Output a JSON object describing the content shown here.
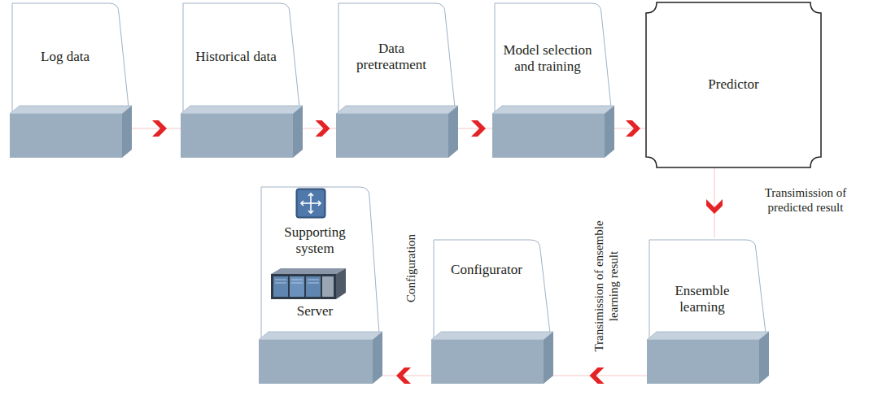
{
  "diagram": {
    "nodes": [
      {
        "text": [
          "Log data"
        ]
      },
      {
        "text": [
          "Historical data"
        ]
      },
      {
        "text": [
          "Data pretreatment"
        ]
      },
      {
        "text": [
          "Model selection and training"
        ]
      },
      {
        "text": [
          "Predictor"
        ]
      },
      {
        "text": [
          "Ensemble learning"
        ]
      },
      {
        "text": [
          "Configurator"
        ]
      },
      {
        "text": [
          "Supporting system",
          "Server"
        ]
      }
    ],
    "edges": [
      {
        "from": 0,
        "to": 1,
        "arrow": "to"
      },
      {
        "from": 1,
        "to": 2,
        "arrow": "to"
      },
      {
        "from": 2,
        "to": 3,
        "arrow": "to"
      },
      {
        "from": 3,
        "to": 4,
        "arrow": "to"
      },
      {
        "from": 4,
        "to": 5,
        "label": "Transimission of predicted result",
        "arrow": "to"
      },
      {
        "from": 5,
        "to": 6,
        "label": "Transimission of ensemble learning result",
        "arrow": "to"
      },
      {
        "from": 6,
        "to": 7,
        "label": "Configuration",
        "arrow": "to"
      }
    ]
  }
}
